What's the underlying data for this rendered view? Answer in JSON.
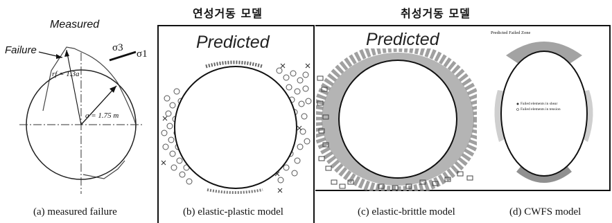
{
  "header": {
    "ductile_model_heading": "연성거동 모델",
    "brittle_model_heading": "취성거동 모델"
  },
  "panel_a": {
    "title": "Measured",
    "failure_label": "Failure",
    "rf_label": "rf = 1.3a",
    "radius_label": "a = 1.75 m",
    "sigma3_label": "σ3",
    "sigma1_label": "σ1",
    "caption": "(a) measured failure"
  },
  "panel_b": {
    "title": "Predicted",
    "caption": "(b) elastic-plastic model"
  },
  "panel_c": {
    "title": "Predicted",
    "caption": "(c) elastic-brittle model"
  },
  "panel_d": {
    "zone_label": "Predicted Failed Zone",
    "legend_shear": "Failed elements in shear",
    "legend_tension": "Failed elements in tension",
    "caption": "(d) CWFS model"
  }
}
